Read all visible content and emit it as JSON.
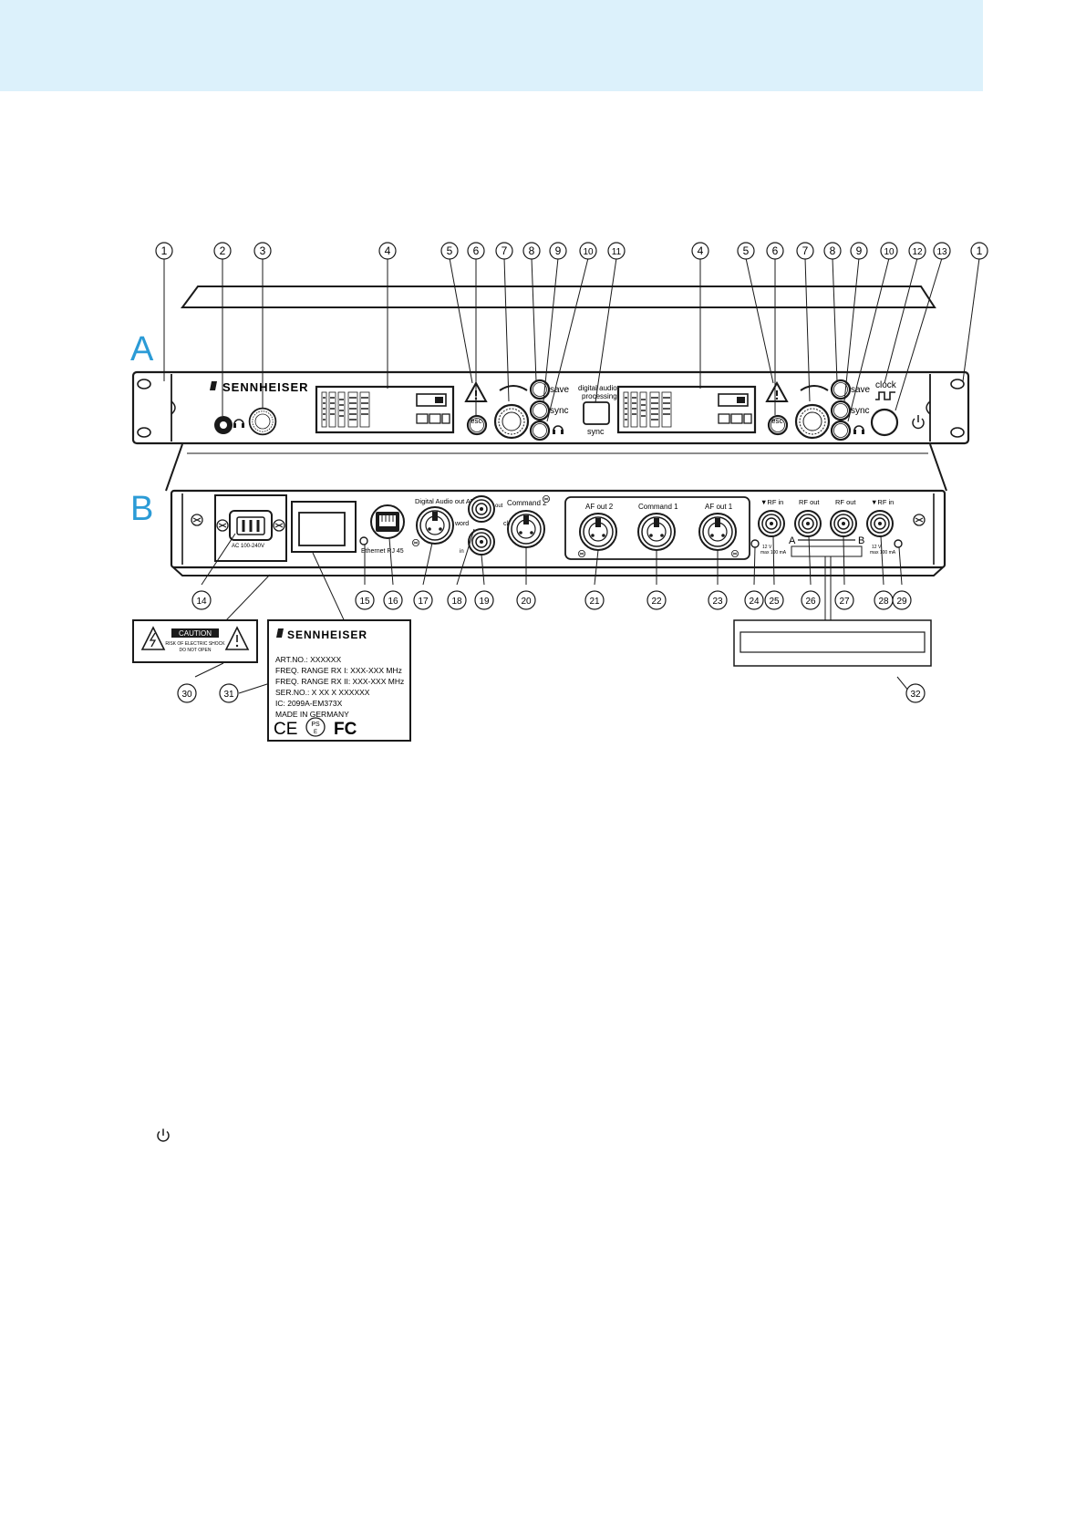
{
  "section_labels": {
    "front": "A",
    "rear": "B"
  },
  "colors": {
    "header_band": "#dcf1fb",
    "section_label": "#2b9bd6",
    "device_outline": "#1a1a1a"
  },
  "callouts": {
    "top": [
      "1",
      "2",
      "3",
      "4",
      "5",
      "6",
      "7",
      "8",
      "9",
      "10",
      "11",
      "4",
      "5",
      "6",
      "7",
      "8",
      "9",
      "10",
      "12",
      "13",
      "1"
    ],
    "bottom": [
      "14",
      "15",
      "16",
      "17",
      "18",
      "19",
      "20",
      "21",
      "22",
      "23",
      "24",
      "25",
      "26",
      "27",
      "28",
      "29"
    ],
    "labels": [
      "30",
      "31",
      "32"
    ]
  },
  "front": {
    "brand": "SENNHEISER",
    "btn_save": "save",
    "btn_sync": "sync",
    "btn_esc": "esc",
    "dsp_line1": "digital audio",
    "dsp_line2": "processing",
    "dsp_sync": "sync",
    "clock": "clock"
  },
  "rear": {
    "ethernet": "Ethernet RJ 45",
    "digital_out": "Digital Audio out AES 3",
    "word": "word",
    "clock": "clock",
    "out": "out",
    "in": "in",
    "command2": "Command 2",
    "af_out2": "AF out 2",
    "command1": "Command 1",
    "af_out1": "AF out 1",
    "rf_in": "▼RF in",
    "rf_out": "RF out",
    "dc_note1": "12 V",
    "dc_note2": "max 100 mA",
    "ab_a": "A",
    "ab_b": "B",
    "mains": "AC 100-240V"
  },
  "caution_label": {
    "title": "CAUTION",
    "line1": "RISK OF ELECTRIC SHOCK",
    "line2": "DO NOT OPEN"
  },
  "type_plate": {
    "brand": "SENNHEISER",
    "lines": [
      "ART.NO.: XXXXXX",
      "FREQ. RANGE RX I: XXX-XXX MHz",
      "FREQ. RANGE RX II: XXX-XXX MHz",
      "SER.NO.: X XX X XXXXXX",
      "IC: 2099A-EM373X",
      "MADE IN GERMANY"
    ],
    "marks": {
      "ce": "CE",
      "pse_top": "PS",
      "pse_bottom": "E",
      "fcc": "FC"
    }
  }
}
